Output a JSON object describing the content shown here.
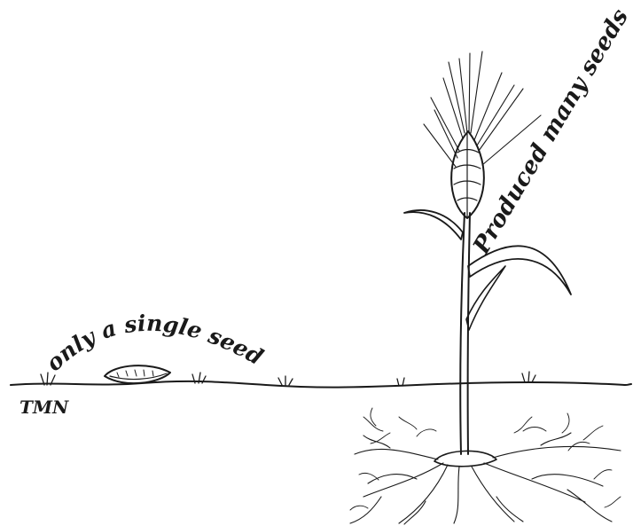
{
  "labels": {
    "single_seed": "only a single seed",
    "many_seeds": "Produced many seeds",
    "signature": "TMN"
  },
  "colors": {
    "ink": "#1a1a1a",
    "background": "#ffffff"
  }
}
